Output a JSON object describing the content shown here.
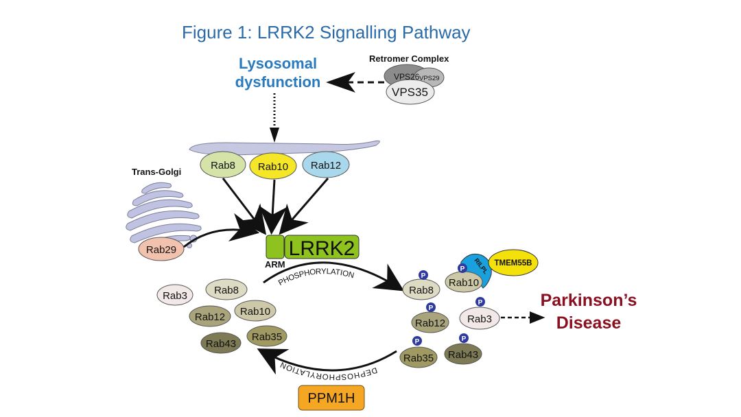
{
  "title": "Figure 1: LRRK2 Signalling Pathway",
  "lysosomal": {
    "line1": "Lysosomal",
    "line2": "dysfunction"
  },
  "retromer": {
    "label": "Retromer Complex",
    "subunits": [
      "VPS26",
      "VPS29",
      "VPS35"
    ]
  },
  "membrane_rabs": [
    "Rab8",
    "Rab10",
    "Rab12"
  ],
  "trans_golgi": {
    "label": "Trans-Golgi",
    "rab": "Rab29"
  },
  "lrrk2": {
    "label": "LRRK2",
    "arm_label": "ARM"
  },
  "phosphorylation_label": "PHOSPHORYLATION",
  "dephosphorylation_label": "DEPHOSPHORYLATION",
  "unphosphorylated_rabs": [
    "Rab3",
    "Rab8",
    "Rab12",
    "Rab10",
    "Rab43",
    "Rab35"
  ],
  "phosphorylated_rabs": [
    "Rab8",
    "Rab10",
    "Rab12",
    "Rab3",
    "Rab35",
    "Rab43"
  ],
  "phospho_symbol": "P",
  "rilpl": "RILPL",
  "tmem55b": "TMEM55B",
  "disease": {
    "line1": "Parkinson’s",
    "line2": "Disease"
  },
  "ppm1h": "PPM1H",
  "colors": {
    "title": "#2a6aa8",
    "lysosomal": "#2a7ac0",
    "disease": "#8a1020",
    "lrrk2": "#8dc21f",
    "ppm1h": "#f5a623",
    "membrane": "#c5c8e0",
    "phospho": "#2e3a9e"
  }
}
